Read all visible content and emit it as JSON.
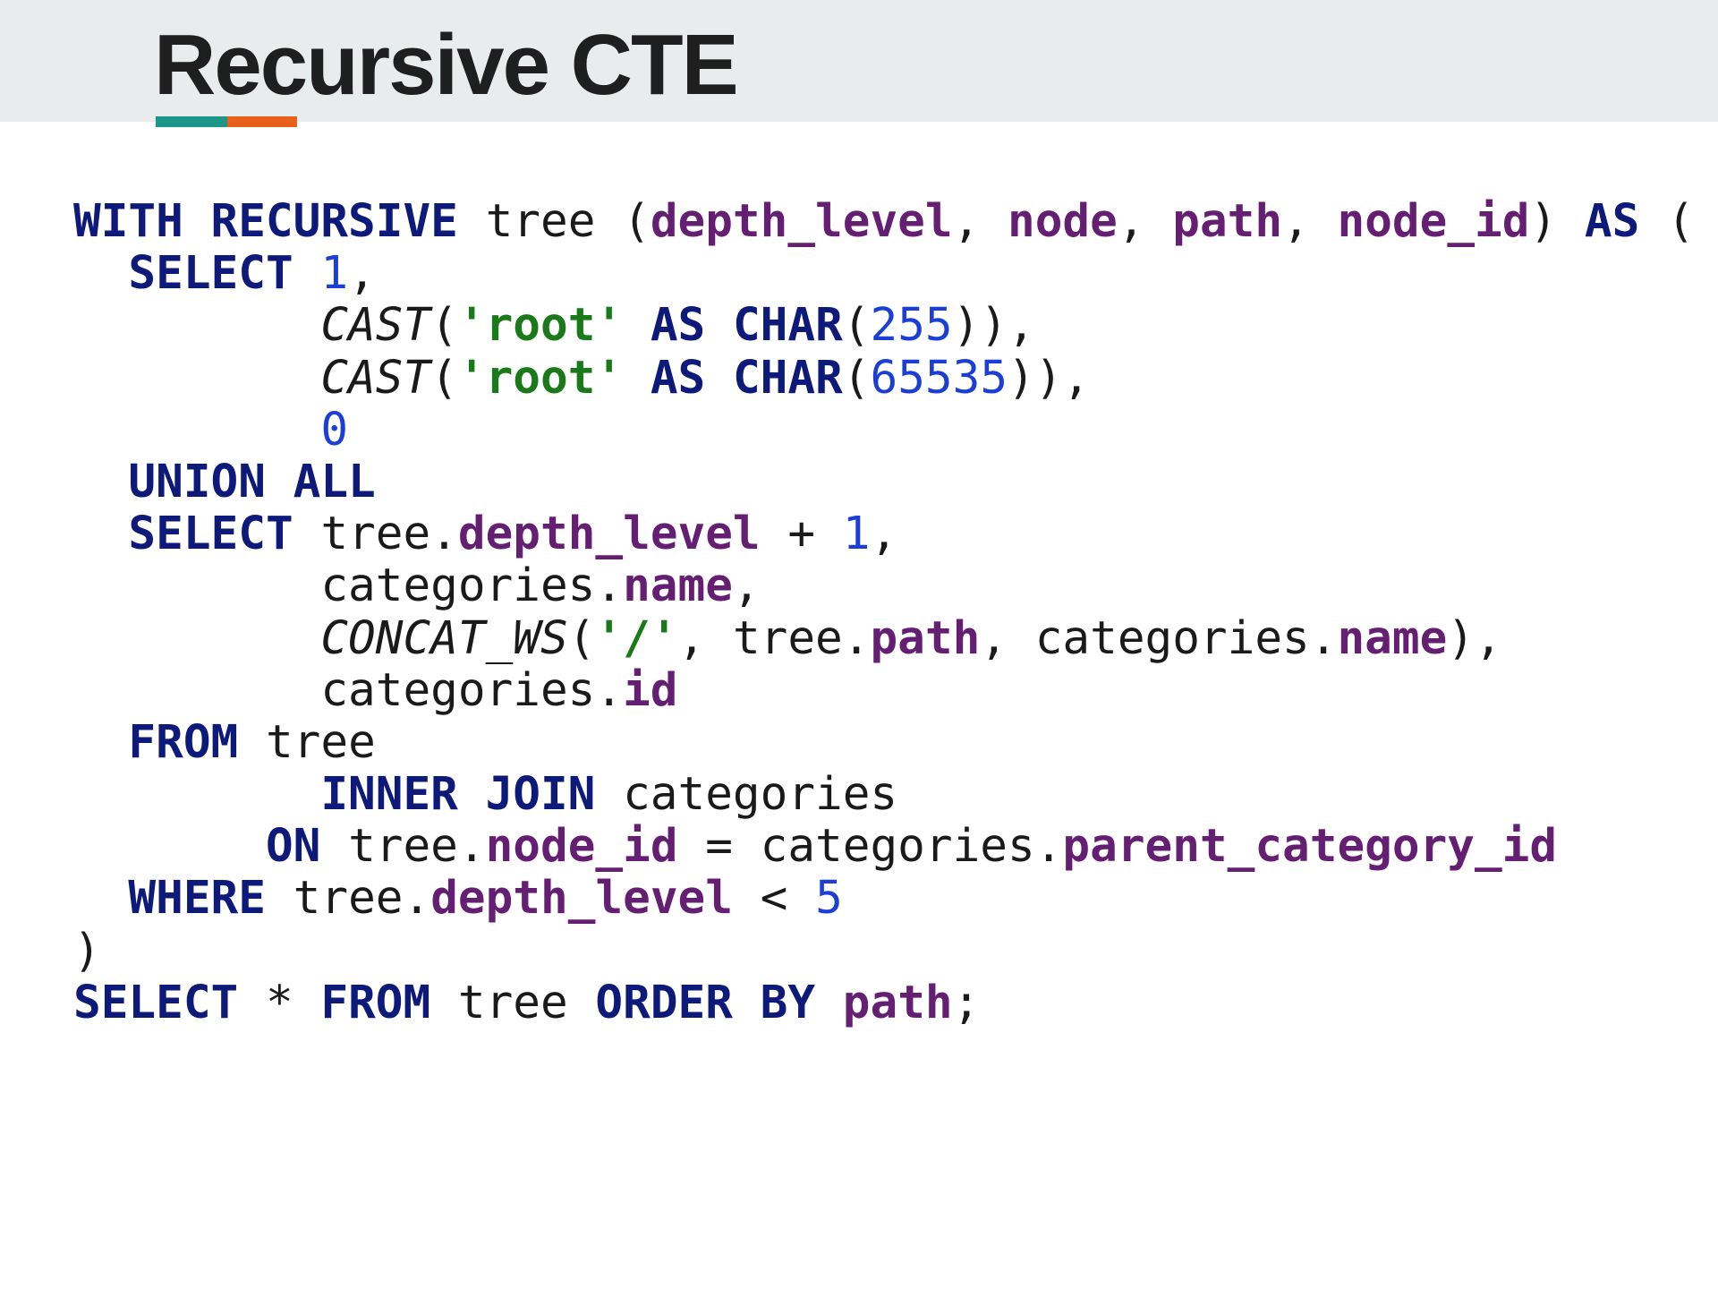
{
  "slide": {
    "title": "Recursive CTE"
  },
  "colors": {
    "header_background": "#e9ecec",
    "title_text": "#1f1f1f",
    "accent_teal": "#1b9688",
    "accent_orange": "#e8601c",
    "keyword": "#0e1a7a",
    "column": "#641e72",
    "number": "#1b3ed6",
    "string": "#1a7a1a",
    "plain": "#1a1a1a",
    "function": "#1a1a1a"
  },
  "code": {
    "language": "SQL",
    "lines": [
      [
        {
          "t": "WITH RECURSIVE",
          "k": "keyword"
        },
        {
          "t": " tree (",
          "k": "plain"
        },
        {
          "t": "depth_level",
          "k": "column"
        },
        {
          "t": ", ",
          "k": "plain"
        },
        {
          "t": "node",
          "k": "column"
        },
        {
          "t": ", ",
          "k": "plain"
        },
        {
          "t": "path",
          "k": "column"
        },
        {
          "t": ", ",
          "k": "plain"
        },
        {
          "t": "node_id",
          "k": "column"
        },
        {
          "t": ") ",
          "k": "plain"
        },
        {
          "t": "AS",
          "k": "keyword"
        },
        {
          "t": " (",
          "k": "plain"
        }
      ],
      [
        {
          "t": "  ",
          "k": "plain"
        },
        {
          "t": "SELECT",
          "k": "keyword"
        },
        {
          "t": " ",
          "k": "plain"
        },
        {
          "t": "1",
          "k": "number"
        },
        {
          "t": ",",
          "k": "plain"
        }
      ],
      [
        {
          "t": "         ",
          "k": "plain"
        },
        {
          "t": "CAST",
          "k": "function"
        },
        {
          "t": "(",
          "k": "plain"
        },
        {
          "t": "'root'",
          "k": "string"
        },
        {
          "t": " ",
          "k": "plain"
        },
        {
          "t": "AS CHAR",
          "k": "keyword"
        },
        {
          "t": "(",
          "k": "plain"
        },
        {
          "t": "255",
          "k": "number"
        },
        {
          "t": ")),",
          "k": "plain"
        }
      ],
      [
        {
          "t": "         ",
          "k": "plain"
        },
        {
          "t": "CAST",
          "k": "function"
        },
        {
          "t": "(",
          "k": "plain"
        },
        {
          "t": "'root'",
          "k": "string"
        },
        {
          "t": " ",
          "k": "plain"
        },
        {
          "t": "AS CHAR",
          "k": "keyword"
        },
        {
          "t": "(",
          "k": "plain"
        },
        {
          "t": "65535",
          "k": "number"
        },
        {
          "t": ")),",
          "k": "plain"
        }
      ],
      [
        {
          "t": "         ",
          "k": "plain"
        },
        {
          "t": "0",
          "k": "number"
        }
      ],
      [
        {
          "t": "  ",
          "k": "plain"
        },
        {
          "t": "UNION ALL",
          "k": "keyword"
        }
      ],
      [
        {
          "t": "  ",
          "k": "plain"
        },
        {
          "t": "SELECT",
          "k": "keyword"
        },
        {
          "t": " tree.",
          "k": "plain"
        },
        {
          "t": "depth_level",
          "k": "column"
        },
        {
          "t": " + ",
          "k": "plain"
        },
        {
          "t": "1",
          "k": "number"
        },
        {
          "t": ",",
          "k": "plain"
        }
      ],
      [
        {
          "t": "         categories.",
          "k": "plain"
        },
        {
          "t": "name",
          "k": "column"
        },
        {
          "t": ",",
          "k": "plain"
        }
      ],
      [
        {
          "t": "         ",
          "k": "plain"
        },
        {
          "t": "CONCAT_WS",
          "k": "function"
        },
        {
          "t": "(",
          "k": "plain"
        },
        {
          "t": "'/'",
          "k": "string"
        },
        {
          "t": ", tree.",
          "k": "plain"
        },
        {
          "t": "path",
          "k": "column"
        },
        {
          "t": ", categories.",
          "k": "plain"
        },
        {
          "t": "name",
          "k": "column"
        },
        {
          "t": "),",
          "k": "plain"
        }
      ],
      [
        {
          "t": "         categories.",
          "k": "plain"
        },
        {
          "t": "id",
          "k": "column"
        }
      ],
      [
        {
          "t": "  ",
          "k": "plain"
        },
        {
          "t": "FROM",
          "k": "keyword"
        },
        {
          "t": " tree",
          "k": "plain"
        }
      ],
      [
        {
          "t": "         ",
          "k": "plain"
        },
        {
          "t": "INNER JOIN",
          "k": "keyword"
        },
        {
          "t": " categories",
          "k": "plain"
        }
      ],
      [
        {
          "t": "       ",
          "k": "plain"
        },
        {
          "t": "ON",
          "k": "keyword"
        },
        {
          "t": " tree.",
          "k": "plain"
        },
        {
          "t": "node_id",
          "k": "column"
        },
        {
          "t": " = categories.",
          "k": "plain"
        },
        {
          "t": "parent_category_id",
          "k": "column"
        }
      ],
      [
        {
          "t": "  ",
          "k": "plain"
        },
        {
          "t": "WHERE",
          "k": "keyword"
        },
        {
          "t": " tree.",
          "k": "plain"
        },
        {
          "t": "depth_level",
          "k": "column"
        },
        {
          "t": " < ",
          "k": "plain"
        },
        {
          "t": "5",
          "k": "number"
        }
      ],
      [
        {
          "t": ")",
          "k": "plain"
        }
      ],
      [
        {
          "t": "SELECT",
          "k": "keyword"
        },
        {
          "t": " * ",
          "k": "plain"
        },
        {
          "t": "FROM",
          "k": "keyword"
        },
        {
          "t": " tree ",
          "k": "plain"
        },
        {
          "t": "ORDER BY",
          "k": "keyword"
        },
        {
          "t": " ",
          "k": "plain"
        },
        {
          "t": "path",
          "k": "column"
        },
        {
          "t": ";",
          "k": "plain"
        }
      ]
    ]
  }
}
